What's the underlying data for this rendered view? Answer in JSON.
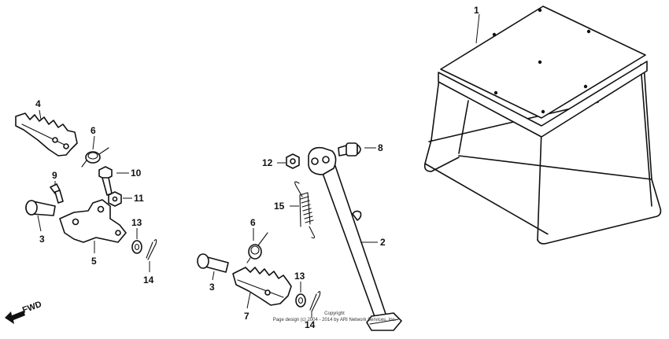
{
  "callouts": {
    "n1": "1",
    "n2": "2",
    "n3a": "3",
    "n3b": "3",
    "n4": "4",
    "n5": "5",
    "n6a": "6",
    "n6b": "6",
    "n7": "7",
    "n8": "8",
    "n9": "9",
    "n10": "10",
    "n11": "11",
    "n12": "12",
    "n13a": "13",
    "n13b": "13",
    "n14a": "14",
    "n14b": "14",
    "n15": "15"
  },
  "direction_label": "FWD",
  "copyright": {
    "line1": "Copyright",
    "line2": "Page design (c) 2004 - 2014 by ARI Network Services, Inc."
  },
  "colors": {
    "line": "#111111",
    "background": "#ffffff"
  }
}
